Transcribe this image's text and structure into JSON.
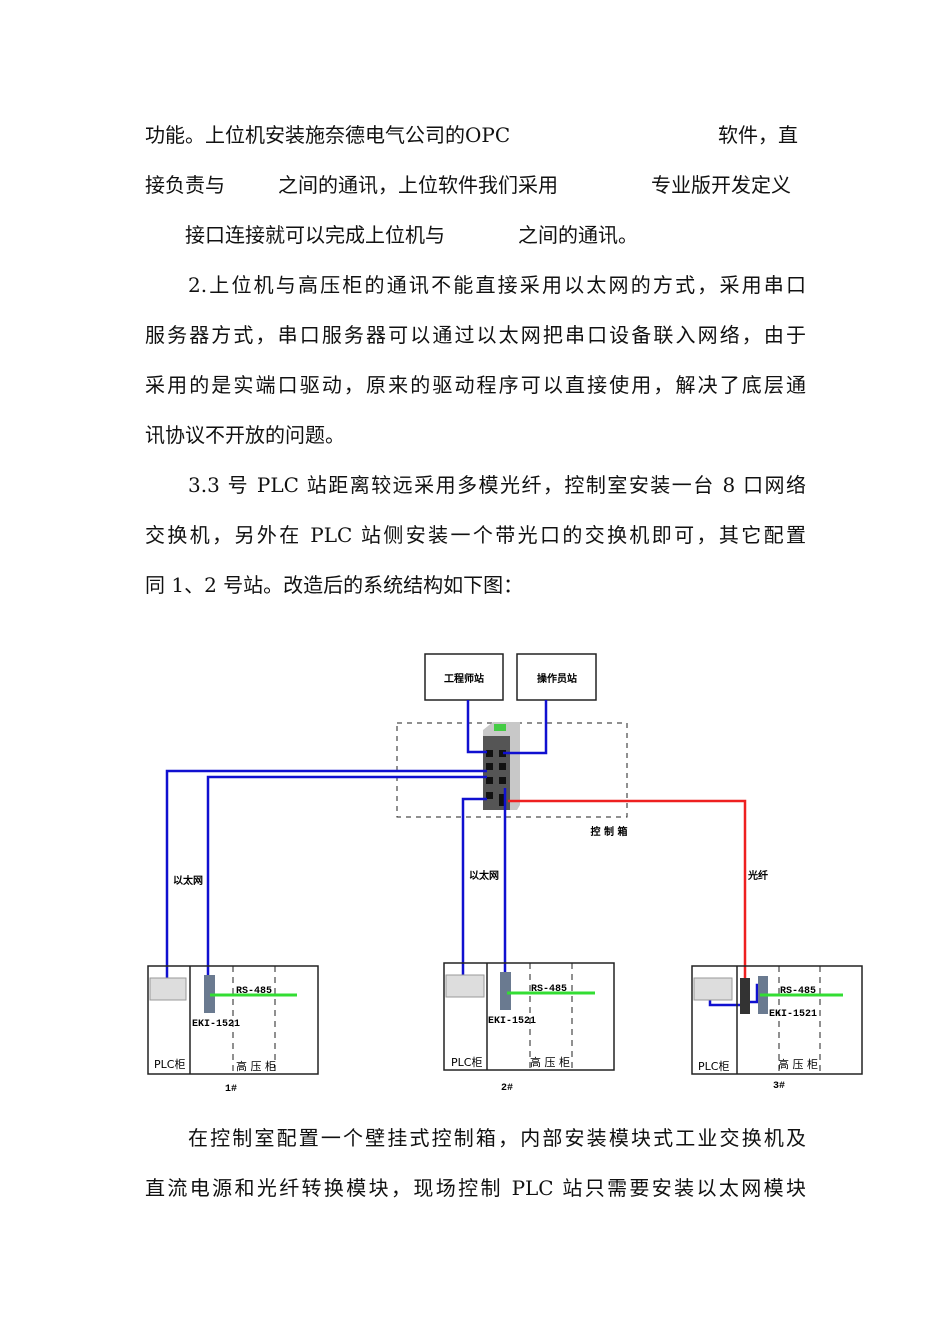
{
  "paragraphs": {
    "l1a": "功能。上位机安装施奈德电气公司的OPC",
    "l1b": "软件，直",
    "l2a": "接负责与",
    "l2b": "之间的通讯，上位软件我们采用",
    "l2c": "专业版开发定义",
    "l3a": "接口连接就可以完成上位机与",
    "l3b": "之间的通讯。",
    "l4": "2.上位机与高压柜的通讯不能直接采用以太网的方式，采用串口",
    "l5": "服务器方式，串口服务器可以通过以太网把串口设备联入网络，由于",
    "l6": "采用的是实端口驱动，原来的驱动程序可以直接使用，解决了底层通",
    "l7": "讯协议不开放的问题。",
    "l8": "3.3 号 PLC 站距离较远采用多模光纤，控制室安装一台 8 口网络",
    "l9": "交换机，另外在 PLC 站侧安装一个带光口的交换机即可，其它配置",
    "l10": "同 1、2 号站。改造后的系统结构如下图：",
    "l11": "在控制室配置一个壁挂式控制箱，内部安装模块式工业交换机及",
    "l12": "直流电源和光纤转换模块，现场控制 PLC 站只需要安装以太网模块"
  },
  "diagram": {
    "engineer_station": "工程师站",
    "operator_station": "操作员站",
    "control_box": "控 制 箱",
    "ethernet_left": "以太网",
    "ethernet_mid": "以太网",
    "fiber": "光纤",
    "plc_cabinet": "PLC柜",
    "hv_cabinet": "高 压 柜",
    "rs485": "RS-485",
    "eki": "EKI-1521",
    "stations": [
      "1#",
      "2#",
      "3#"
    ],
    "colors": {
      "ethernet": "#1010d0",
      "fiber": "#ee2020",
      "rs485": "#33dd33"
    }
  }
}
